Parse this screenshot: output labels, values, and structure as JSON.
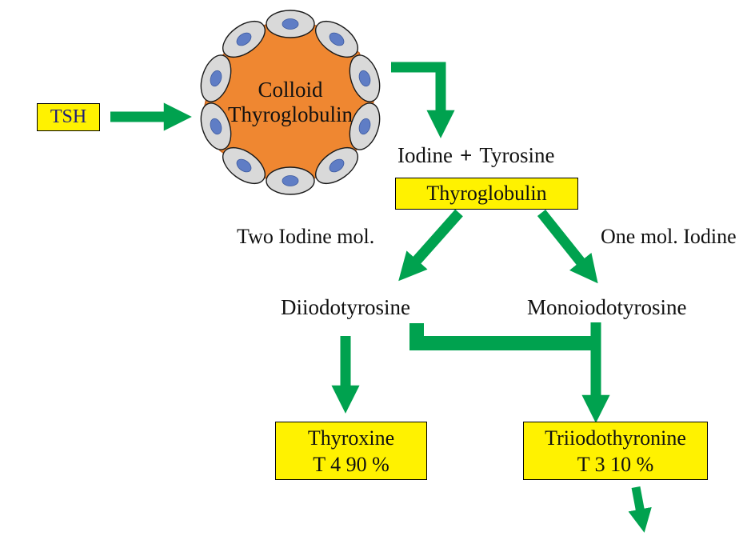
{
  "colors": {
    "green": "#00A24F",
    "yellow": "#FFF200",
    "orange": "#EF8731",
    "orange-stroke": "#C8641E",
    "cell-grey": "#D9D9D9",
    "cell-stroke": "#1A1A1A",
    "nucleus-blue": "#5F7DC5",
    "text": "#111111",
    "tsh-text": "#1E1E78"
  },
  "labels": {
    "tsh": "TSH",
    "follicle_line1": "Colloid",
    "follicle_line2": "Thyroglobulin",
    "iodine": "Iodine",
    "plus": "+",
    "tyrosine": "Tyrosine",
    "thyroglobulin": "Thyroglobulin",
    "two_iodine": "Two Iodine mol.",
    "one_iodine": "One mol. Iodine",
    "diiodotyrosine": "Diiodotyrosine",
    "monoiodotyrosine": "Monoiodotyrosine",
    "thyroxine_line1": "Thyroxine",
    "thyroxine_line2": "T 4 90 %",
    "triiodothyronine_line1": "Triiodothyronine",
    "triiodothyronine_line2": "T 3 10 %"
  }
}
